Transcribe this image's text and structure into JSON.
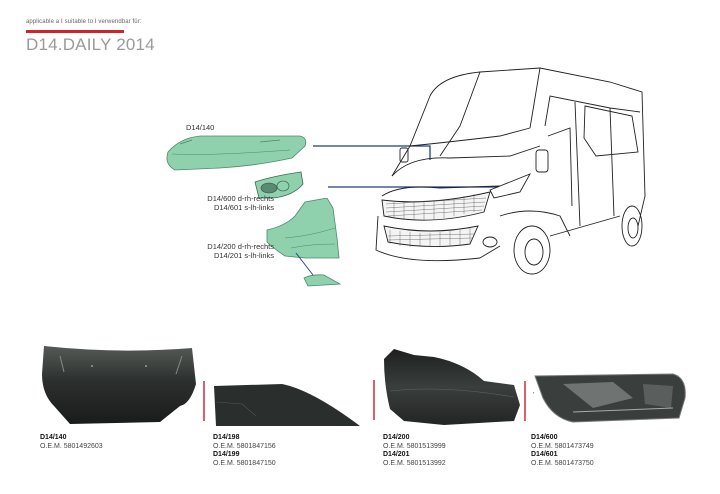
{
  "header": {
    "subtitle_parts": [
      "applicable a",
      "suitable to",
      "verwendbar für:"
    ],
    "separator": "I",
    "title": "D14.DAILY 2014",
    "accent_color": "#d0242c"
  },
  "diagram": {
    "labels": {
      "hood": "D14/140",
      "headlamp_1": "D14/600 d-rh-rechts",
      "headlamp_2": "D14/601 s-lh-links",
      "fender_1": "D14/200 d-rh-rechts",
      "fender_2": "D14/201 s-lh-links"
    },
    "part_color": "#8fd0ad",
    "leader_color": "#1f3f8a",
    "vehicle": "van-line-drawing"
  },
  "products": [
    {
      "image": "hood-photo",
      "lines": [
        {
          "code": "D14/140",
          "oem": "O.E.M. 5801492603"
        }
      ]
    },
    {
      "image": "fender-extension-photo",
      "lines": [
        {
          "code": "D14/198",
          "oem": "O.E.M. 5801847156"
        },
        {
          "code": "D14/199",
          "oem": "O.E.M. 5801847150"
        }
      ]
    },
    {
      "image": "fender-photo",
      "lines": [
        {
          "code": "D14/200",
          "oem": "O.E.M. 5801513999"
        },
        {
          "code": "D14/201",
          "oem": "O.E.M. 5801513992"
        }
      ]
    },
    {
      "image": "headlamp-photo",
      "lines": [
        {
          "code": "D14/600",
          "oem": "O.E.M. 5801473749"
        },
        {
          "code": "D14/601",
          "oem": "O.E.M. 5801473750"
        }
      ]
    }
  ]
}
